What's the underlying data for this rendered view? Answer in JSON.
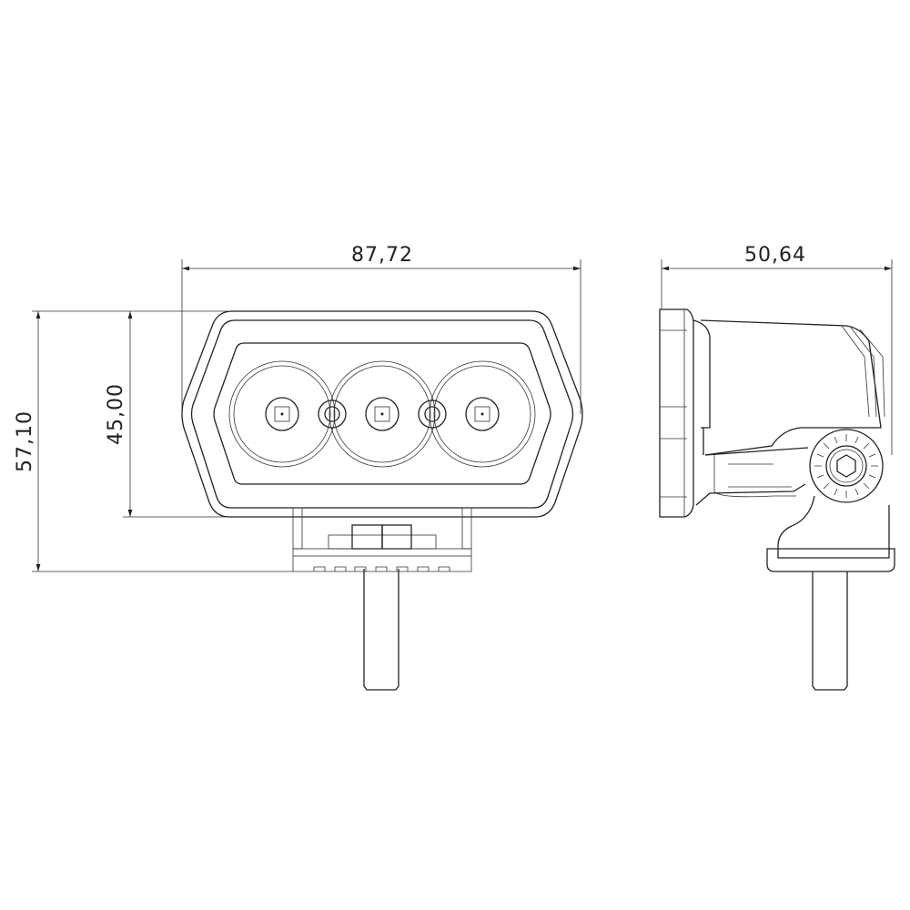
{
  "drawing": {
    "front_view": {
      "width_dimension": "87,72",
      "overall_height_dimension": "57,10",
      "housing_height_dimension": "45,00",
      "led_count": 3
    },
    "side_view": {
      "depth_dimension": "50,64"
    },
    "line_color": "#222222",
    "background_color": "#ffffff"
  }
}
